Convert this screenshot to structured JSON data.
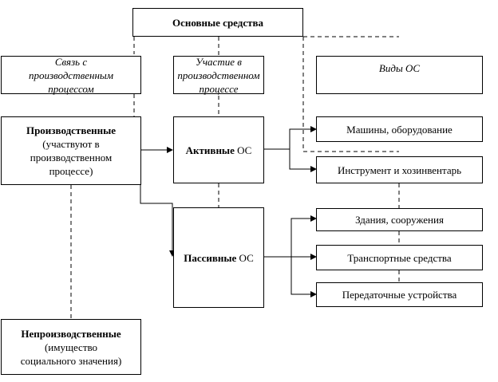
{
  "title": "Основные средства",
  "headers": {
    "link": [
      "Связь с",
      "производственным",
      "процессом"
    ],
    "participation": [
      "Участие в",
      "производственном",
      "процессе"
    ],
    "types": "Виды ОС"
  },
  "productive": {
    "title": "Производственные",
    "lines": [
      "(участвуют в",
      "производственном",
      "процессе)"
    ]
  },
  "nonproductive": {
    "title": "Непроизводственные",
    "lines": [
      "(имущество",
      "социального значения)"
    ]
  },
  "active": {
    "bold": "Активные",
    "rest": " ОС"
  },
  "passive": {
    "bold": "Пассивные",
    "rest": " ОС"
  },
  "types": [
    "Машины, оборудование",
    "Инструмент и хозинвентарь",
    "Здания, сооружения",
    "Транспортные средства",
    "Передаточные устройства"
  ]
}
